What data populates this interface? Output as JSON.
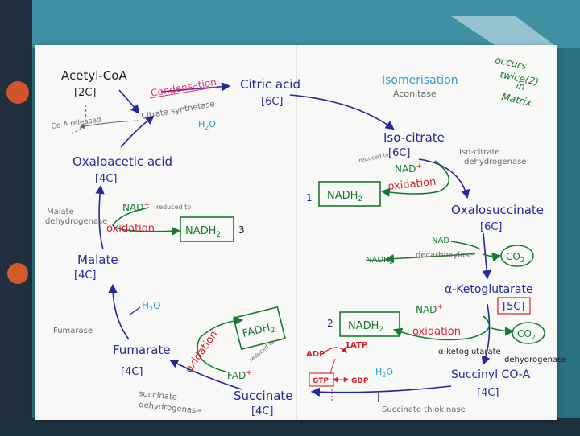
{
  "title_note": {
    "line1": "occurs",
    "line2": "twice(2)",
    "line3": "in",
    "line4": "Matrix."
  },
  "molecules": {
    "acetyl_coa": {
      "name": "Acetyl-CoA",
      "carbons": "[2C]"
    },
    "citric_acid": {
      "name": "Citric acid",
      "carbons": "[6C]"
    },
    "iso_citrate": {
      "name": "Iso-citrate",
      "carbons": "[6C]"
    },
    "oxalosuccinate": {
      "name": "Oxalosuccinate",
      "carbons": "[6C]"
    },
    "alpha_ketoglutarate": {
      "name": "α-Ketoglutarate",
      "carbons": "[5C]"
    },
    "succinyl_coa": {
      "name": "Succinyl CO-A",
      "carbons": "[4C]"
    },
    "succinate": {
      "name": "Succinate",
      "carbons": "[4C]"
    },
    "fumarate": {
      "name": "Fumarate",
      "carbons": "[4C]"
    },
    "malate": {
      "name": "Malate",
      "carbons": "[4C]"
    },
    "oxaloacetic_acid": {
      "name": "Oxaloacetic acid",
      "carbons": "[4C]"
    }
  },
  "enzymes": {
    "citrate_synthetase": "Citrate synthetase",
    "aconitase": "Aconitase",
    "isocitrate_dh_1": "Iso-citrate",
    "isocitrate_dh_2": "dehydrogenase",
    "decarboxylase": "decarboxylase",
    "akg_dh_1": "α-ketoglutarate",
    "akg_dh_2": "dehydrogenase",
    "succinate_thiokinase": "Succinate thiokinase",
    "succinate_dh_1": "succinate",
    "succinate_dh_2": "dehydrogenase",
    "fumarase": "Fumarase",
    "malate_dh_1": "Malate",
    "malate_dh_2": "dehydrogenase"
  },
  "processes": {
    "condensation": "Condensation",
    "isomerisation": "Isomerisation",
    "oxidation": "oxidation",
    "reduced_to": "reduced to"
  },
  "cofactors": {
    "nad": "NAD",
    "nad_plus": "+",
    "nadh2": "NADH",
    "sub2": "2",
    "fad": "FAD",
    "fadh2": "FADH",
    "h2o": "H",
    "h2o_o": "O",
    "co2": "CO",
    "adp": "ADP",
    "atp": "1ATP",
    "gtp": "GTP",
    "gdp": "GDP",
    "coa_released": "Co-A released"
  },
  "step_numbers": {
    "one": "1",
    "two": "2",
    "three": "3"
  },
  "colors": {
    "blue": "#23289a",
    "green": "#157a2e",
    "red": "#d8202a",
    "pink": "#e0307a",
    "cyan": "#2a9bd6",
    "gray": "#6a6a6a",
    "ink": "#1c1c26"
  }
}
